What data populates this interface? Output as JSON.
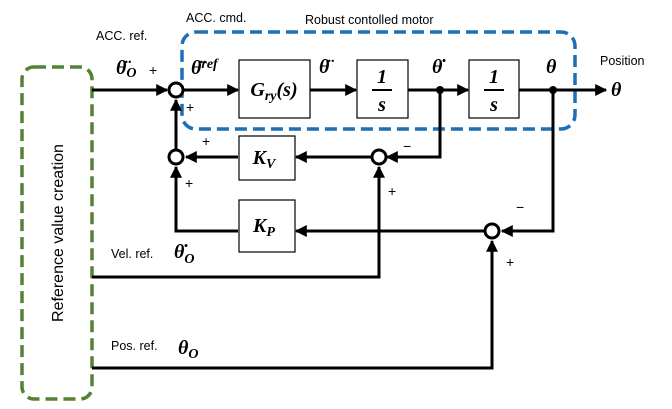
{
  "header": {
    "acc_cmd": "ACC. cmd.",
    "robust_title": "Robust contolled motor",
    "position": "Position"
  },
  "inputs": {
    "acc_ref_label": "ACC. ref.",
    "acc_ref_symbol": "θ̈",
    "acc_ref_sub": "O",
    "vel_ref_label": "Vel. ref.",
    "vel_ref_symbol": "θ̇",
    "vel_ref_sub": "O",
    "pos_ref_label": "Pos. ref.",
    "pos_ref_symbol": "θ",
    "pos_ref_sub": "O"
  },
  "ref_creation": "Reference value creation",
  "blocks": {
    "gry_main": "G",
    "gry_sub": "ry",
    "gry_arg": "(s)",
    "int_num": "1",
    "int_den": "s",
    "kv_main": "K",
    "kv_sub": "V",
    "kp_main": "K",
    "kp_sub": "P"
  },
  "signals": {
    "theta_ref_main": "θ̈",
    "theta_ref_sup": "ref",
    "theta_ddot": "θ̈",
    "theta_dot": "θ̇",
    "theta_mid": "θ",
    "theta_out": "θ"
  },
  "signs": {
    "plus": "+",
    "minus": "−"
  },
  "colors": {
    "robust_border": "#1f6fb2",
    "ref_border": "#548235"
  }
}
